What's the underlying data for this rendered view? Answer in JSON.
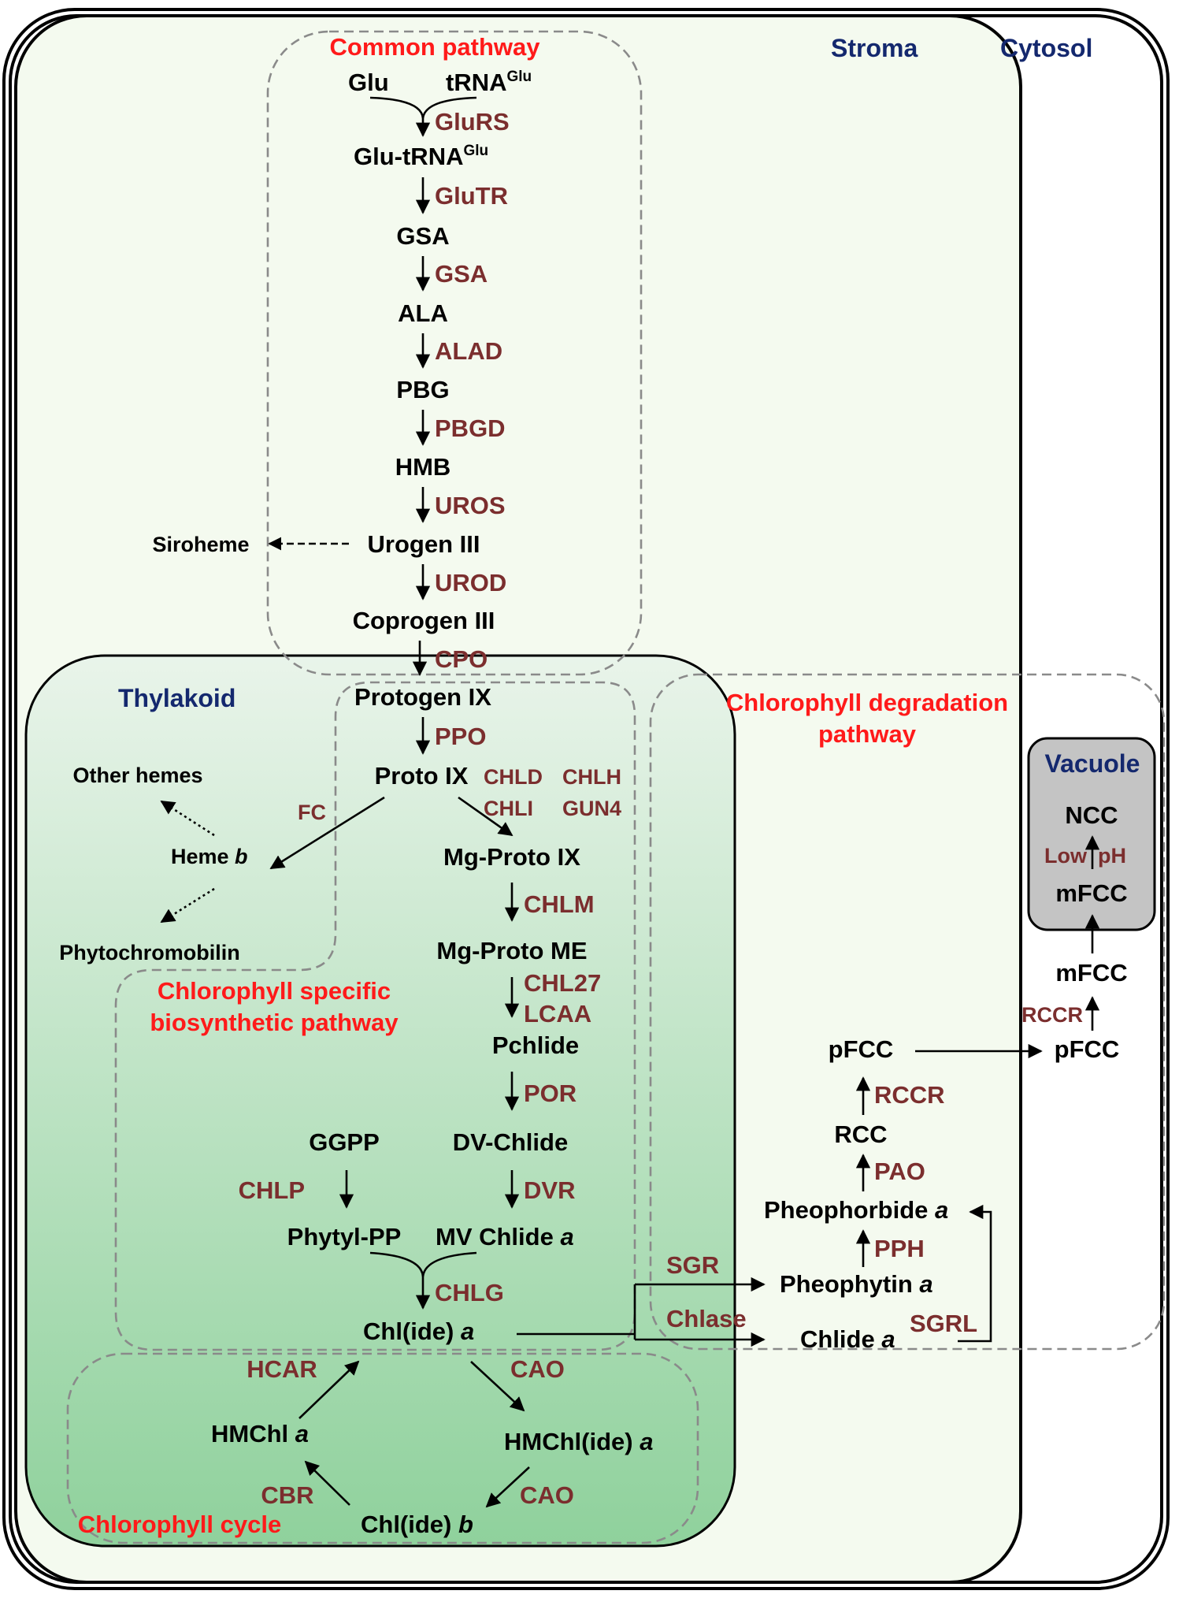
{
  "compartments": {
    "stroma": "Stroma",
    "cytosol": "Cytosol",
    "thylakoid": "Thylakoid",
    "vacuole": "Vacuole"
  },
  "pathways": {
    "common": "Common pathway",
    "degradation_line1": "Chlorophyll degradation",
    "degradation_line2": "pathway",
    "specific_line1": "Chlorophyll specific",
    "specific_line2": "biosynthetic pathway",
    "cycle": "Chlorophyll cycle"
  },
  "metabolites": {
    "glu": "Glu",
    "trna": "tRNA",
    "trna_sup": "Glu",
    "glu_trna": "Glu-tRNA",
    "glu_trna_sup": "Glu",
    "gsa": "GSA",
    "ala": "ALA",
    "pbg": "PBG",
    "hmb": "HMB",
    "urogen": "Urogen III",
    "siroheme": "Siroheme",
    "coprogen": "Coprogen III",
    "protogen": "Protogen IX",
    "proto": "Proto IX",
    "other_hemes": "Other hemes",
    "heme": "Heme ",
    "heme_italic": "b",
    "phytochromobilin": "Phytochromobilin",
    "mg_proto": "Mg-Proto IX",
    "mg_proto_me": "Mg-Proto ME",
    "pchlide": "Pchlide",
    "ggpp": "GGPP",
    "dv_chlide": "DV-Chlide",
    "phytyl_pp": "Phytyl-PP",
    "mv_chlide": "MV Chlide ",
    "mv_chlide_italic": "a",
    "chlide_a": "Chl(ide) ",
    "chlide_a_italic": "a",
    "hmchl_a": "HMChl ",
    "hmchl_a_italic": "a",
    "hmchlide_a": "HMChl(ide) ",
    "hmchlide_a_italic": "a",
    "chlide_b": "Chl(ide) ",
    "chlide_b_italic": "b",
    "pheophytin": "Pheophytin ",
    "pheophytin_italic": "a",
    "chlide_deg": "Chlide ",
    "chlide_deg_italic": "a",
    "pheophorbide": "Pheophorbide ",
    "pheophorbide_italic": "a",
    "rcc": "RCC",
    "pfcc_stroma": "pFCC",
    "pfcc_cytosol": "pFCC",
    "mfcc_cytosol": "mFCC",
    "mfcc_vacuole": "mFCC",
    "ncc": "NCC"
  },
  "enzymes": {
    "glurs": "GluRS",
    "glutr": "GluTR",
    "gsa": "GSA",
    "alad": "ALAD",
    "pbgd": "PBGD",
    "uros": "UROS",
    "urod": "UROD",
    "cpo": "CPO",
    "ppo": "PPO",
    "chld": "CHLD",
    "chlh": "CHLH",
    "chli": "CHLI",
    "gun4": "GUN4",
    "fc": "FC",
    "chlm": "CHLM",
    "chl27": "CHL27",
    "lcaa": "LCAA",
    "por": "POR",
    "chlp": "CHLP",
    "dvr": "DVR",
    "chlg": "CHLG",
    "hcar": "HCAR",
    "cao_top": "CAO",
    "cao_bottom": "CAO",
    "cbr": "CBR",
    "sgr": "SGR",
    "chlase": "Chlase",
    "sgrl": "SGRL",
    "pph": "PPH",
    "pao": "PAO",
    "rccr_stroma": "RCCR",
    "rccr_cytosol": "RCCR",
    "low": "Low",
    "ph": "pH"
  }
}
